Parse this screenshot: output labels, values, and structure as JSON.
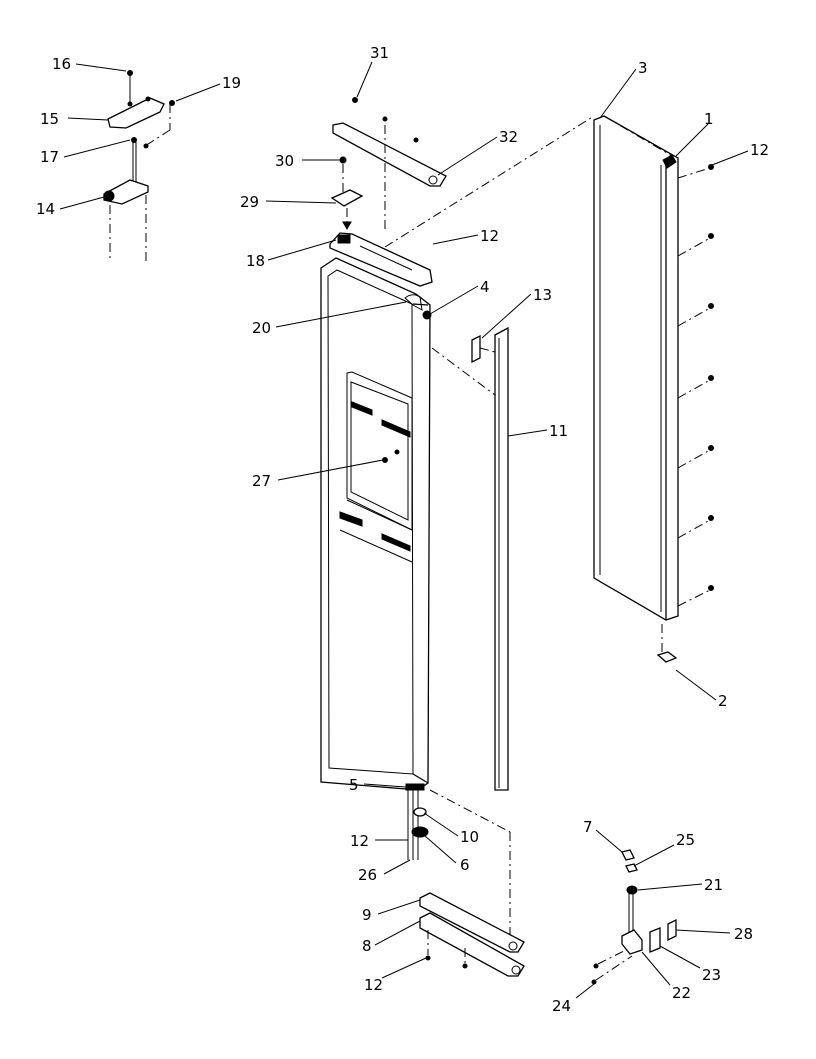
{
  "callouts": [
    {
      "id": "c16",
      "text": "16"
    },
    {
      "id": "c15",
      "text": "15"
    },
    {
      "id": "c19",
      "text": "19"
    },
    {
      "id": "c17",
      "text": "17"
    },
    {
      "id": "c14",
      "text": "14"
    },
    {
      "id": "c31",
      "text": "31"
    },
    {
      "id": "c32",
      "text": "32"
    },
    {
      "id": "c30",
      "text": "30"
    },
    {
      "id": "c29",
      "text": "29"
    },
    {
      "id": "c18",
      "text": "18"
    },
    {
      "id": "c12a",
      "text": "12"
    },
    {
      "id": "c20",
      "text": "20"
    },
    {
      "id": "c4",
      "text": "4"
    },
    {
      "id": "c27",
      "text": "27"
    },
    {
      "id": "c3",
      "text": "3"
    },
    {
      "id": "c1",
      "text": "1"
    },
    {
      "id": "c12b",
      "text": "12"
    },
    {
      "id": "c13",
      "text": "13"
    },
    {
      "id": "c11",
      "text": "11"
    },
    {
      "id": "c2",
      "text": "2"
    },
    {
      "id": "c5",
      "text": "5"
    },
    {
      "id": "c10",
      "text": "10"
    },
    {
      "id": "c12c",
      "text": "12"
    },
    {
      "id": "c6",
      "text": "6"
    },
    {
      "id": "c26",
      "text": "26"
    },
    {
      "id": "c9",
      "text": "9"
    },
    {
      "id": "c8",
      "text": "8"
    },
    {
      "id": "c12d",
      "text": "12"
    },
    {
      "id": "c7",
      "text": "7"
    },
    {
      "id": "c25",
      "text": "25"
    },
    {
      "id": "c21",
      "text": "21"
    },
    {
      "id": "c28",
      "text": "28"
    },
    {
      "id": "c23",
      "text": "23"
    },
    {
      "id": "c22",
      "text": "22"
    },
    {
      "id": "c24",
      "text": "24"
    }
  ]
}
